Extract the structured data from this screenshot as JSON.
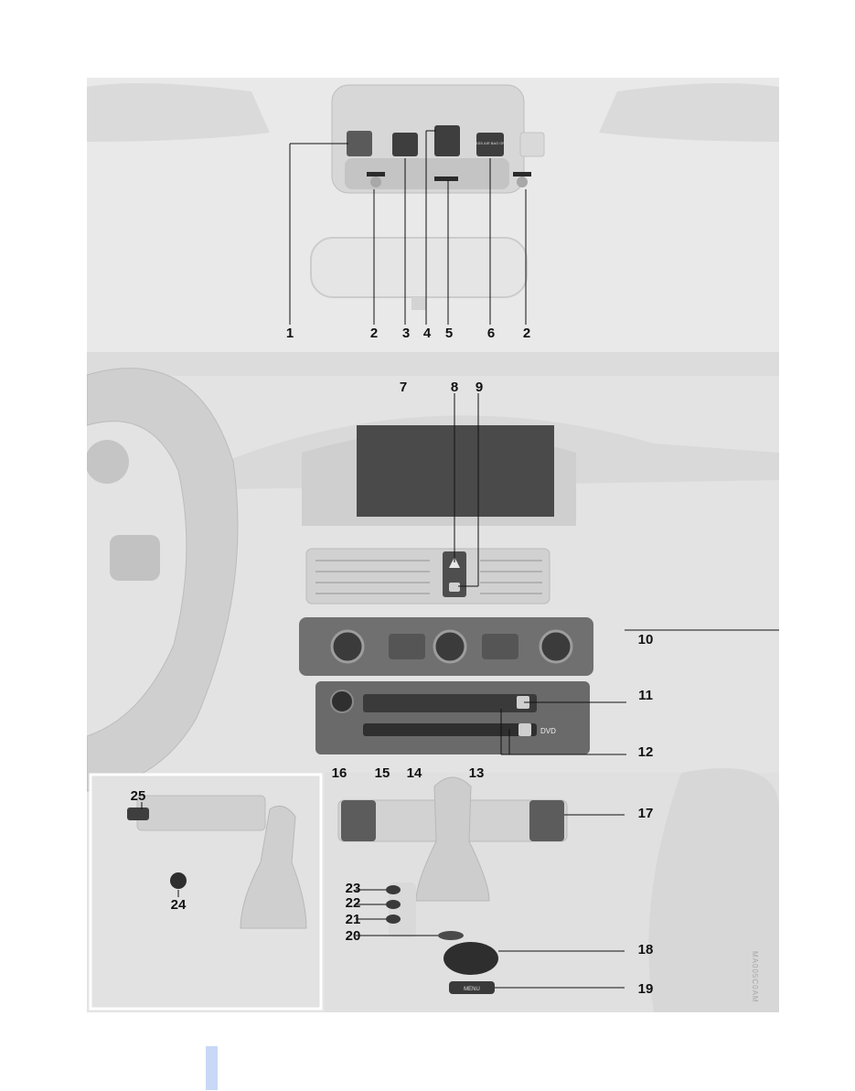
{
  "diagram": {
    "callouts": [
      {
        "id": "1",
        "label": "1"
      },
      {
        "id": "2a",
        "label": "2"
      },
      {
        "id": "3",
        "label": "3"
      },
      {
        "id": "4",
        "label": "4"
      },
      {
        "id": "5",
        "label": "5"
      },
      {
        "id": "6",
        "label": "6"
      },
      {
        "id": "2b",
        "label": "2"
      },
      {
        "id": "7",
        "label": "7"
      },
      {
        "id": "8",
        "label": "8"
      },
      {
        "id": "9",
        "label": "9"
      },
      {
        "id": "10",
        "label": "10"
      },
      {
        "id": "11",
        "label": "11"
      },
      {
        "id": "12",
        "label": "12"
      },
      {
        "id": "13",
        "label": "13"
      },
      {
        "id": "14",
        "label": "14"
      },
      {
        "id": "15",
        "label": "15"
      },
      {
        "id": "16",
        "label": "16"
      },
      {
        "id": "17",
        "label": "17"
      },
      {
        "id": "18",
        "label": "18"
      },
      {
        "id": "19",
        "label": "19"
      },
      {
        "id": "20",
        "label": "20"
      },
      {
        "id": "21",
        "label": "21"
      },
      {
        "id": "22",
        "label": "22"
      },
      {
        "id": "23",
        "label": "23"
      },
      {
        "id": "24",
        "label": "24"
      },
      {
        "id": "25",
        "label": "25"
      }
    ],
    "button_labels": {
      "airbag": "PASS AIR BAG OFF",
      "dvd": "DVD",
      "menu": "MENU"
    },
    "watermark": "MA005C0AM"
  },
  "colors": {
    "background": "#e4e4e4",
    "panel": "#d0d0d0",
    "dark_panel": "#6a6a6a",
    "screen": "#4a4a4a",
    "page_marker": "#c8d8f6"
  }
}
